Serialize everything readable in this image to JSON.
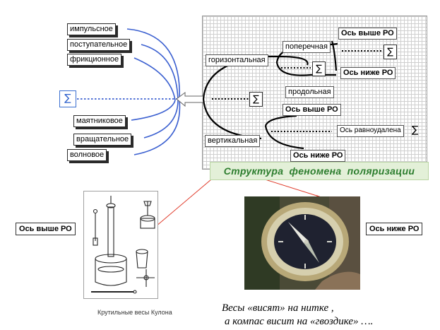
{
  "left_branch": {
    "top_items": [
      "импульсное",
      "поступательное",
      "фрикционное"
    ],
    "bottom_items": [
      "маятниковое",
      "вращательное",
      "волновое"
    ],
    "sigma": "∑"
  },
  "tree": {
    "horizontal": "горизонтальная",
    "vertical": "вертикальная",
    "transverse": "поперечная",
    "longitudinal": "продольная",
    "axis_above_1": "Ось выше РО",
    "axis_below_1": "Ось ниже РО",
    "axis_above_2": "Ось выше РО",
    "axis_equidistant": "Ось равноудалена",
    "axis_below_2": "Ось ниже РО",
    "sigma": "∑"
  },
  "caption": "Структура феномена поляризации",
  "apparatus_label": "Ось выше РО",
  "compass_label": "Ось ниже РО",
  "apparatus_caption": "Крутильные весы Кулона",
  "bottom_text": {
    "line1": "Весы «висят» на нитке ,",
    "line2": "а компас висит на «гвоздике» …."
  },
  "colors": {
    "caption_bg": "#e3f0d8",
    "caption_text": "#2c7d2e",
    "left_curves": "#3a5fd0",
    "arrow_lines": "#e03a2a"
  }
}
